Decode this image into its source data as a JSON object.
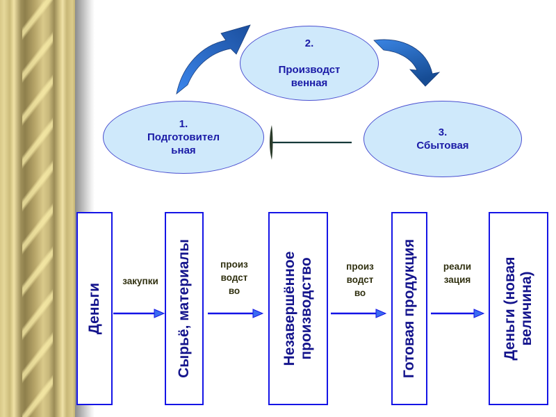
{
  "cycle": {
    "stages": [
      {
        "number": "2.",
        "lines": [
          "Производст",
          "венная"
        ]
      },
      {
        "number": "1.",
        "lines": [
          "Подготовител",
          "ьная"
        ]
      },
      {
        "number": "3.",
        "lines": [
          "Сбытовая"
        ]
      }
    ]
  },
  "flow": {
    "boxes": [
      {
        "lines": [
          "Деньги"
        ]
      },
      {
        "lines": [
          "Сырьё, материалы"
        ]
      },
      {
        "lines": [
          "Незавершённое",
          "производство"
        ]
      },
      {
        "lines": [
          "Готовая продукция"
        ]
      },
      {
        "lines": [
          "Деньги (новая",
          "величина)"
        ]
      }
    ],
    "transitions": [
      {
        "lines": [
          "закупки"
        ]
      },
      {
        "lines": [
          "произ",
          "водст",
          "во"
        ]
      },
      {
        "lines": [
          "произ",
          "водст",
          "во"
        ]
      },
      {
        "lines": [
          "реали",
          "зация"
        ]
      }
    ]
  },
  "colors": {
    "ellipse_fill": "#cfe9fb",
    "ellipse_border": "#4a4fd0",
    "box_border": "#1414e6",
    "arrow_blue": "#2a6fd6",
    "text_blue": "#1a1aa6"
  }
}
